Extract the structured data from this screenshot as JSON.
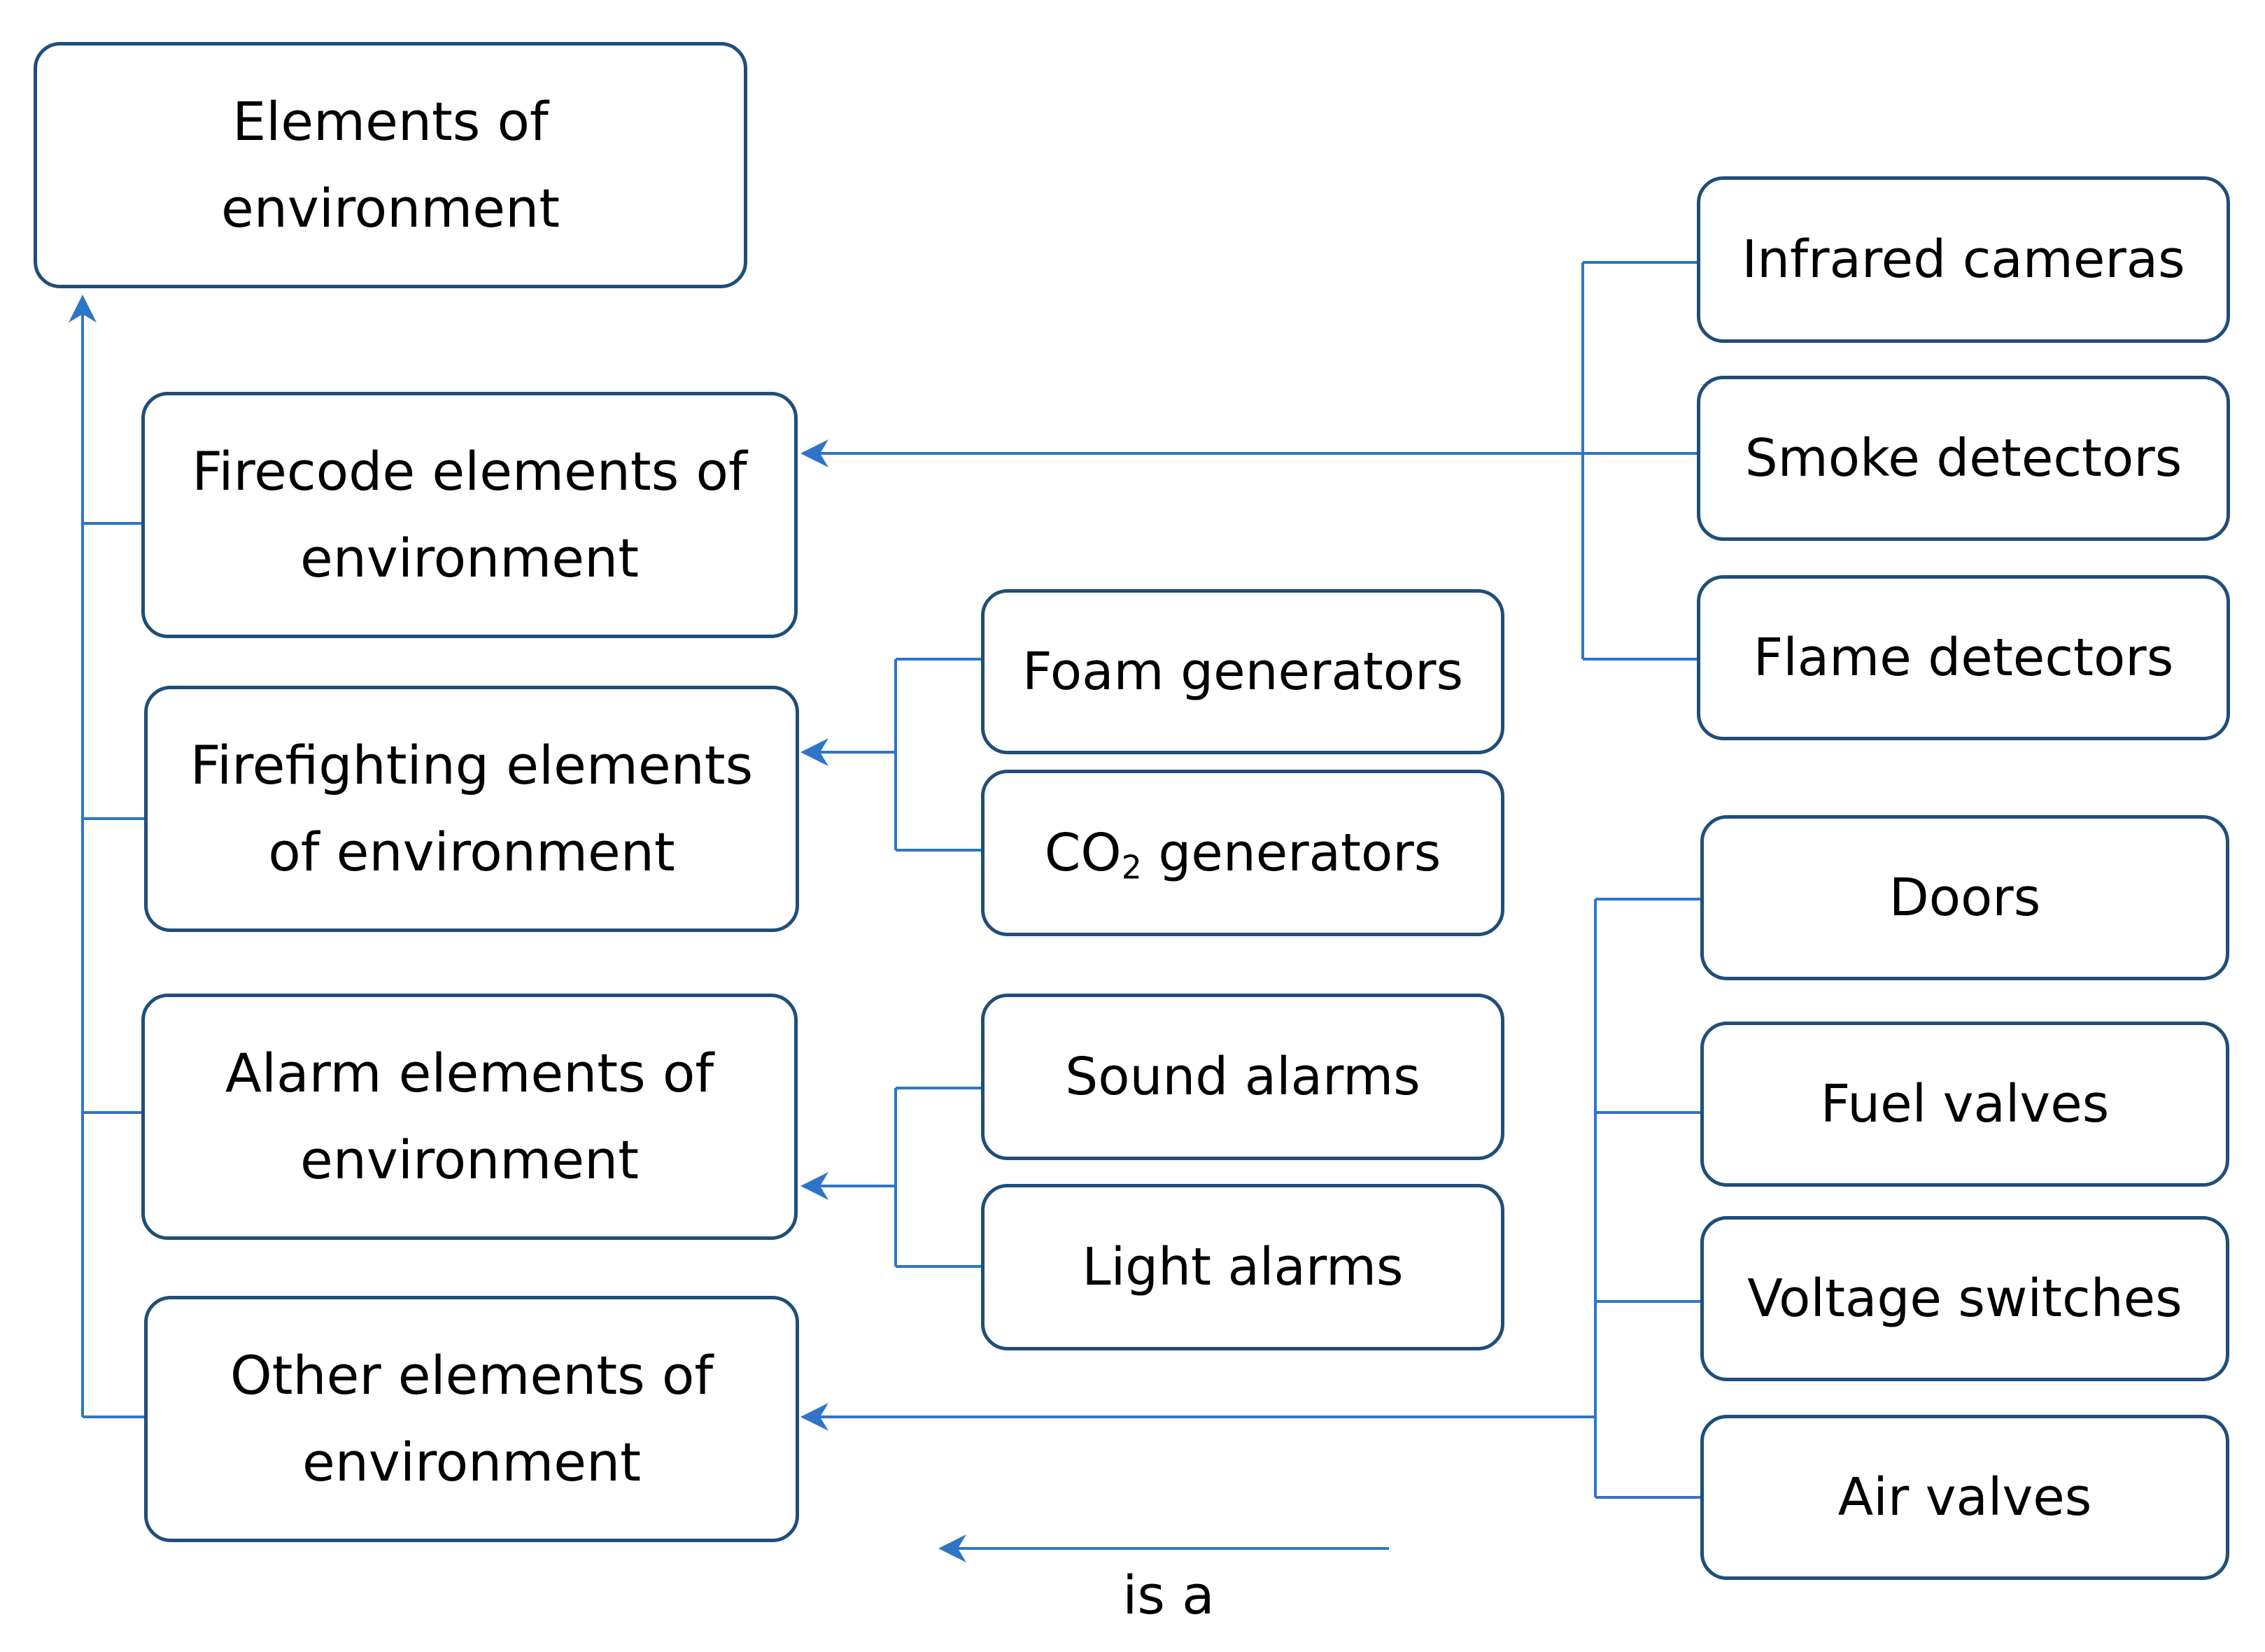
{
  "root": {
    "label": "Elements of\nenvironment"
  },
  "categories": [
    {
      "id": "firecode",
      "label": "Firecode elements of\nenvironment"
    },
    {
      "id": "firefighting",
      "label": "Firefighting elements\nof environment"
    },
    {
      "id": "alarm",
      "label": "Alarm elements of\nenvironment"
    },
    {
      "id": "other",
      "label": "Other elements of\nenvironment"
    }
  ],
  "leaves": {
    "infrared_cameras": "Infrared cameras",
    "smoke_detectors": "Smoke detectors",
    "flame_detectors": "Flame detectors",
    "foam_generators": "Foam generators",
    "co2_prefix": "CO",
    "co2_sub": "2",
    "co2_suffix": " generators",
    "sound_alarms": "Sound alarms",
    "light_alarms": "Light alarms",
    "doors": "Doors",
    "fuel_valves": "Fuel valves",
    "voltage_switches": "Voltage switches",
    "air_valves": "Air valves"
  },
  "legend": {
    "label": "is a"
  },
  "colors": {
    "box_border": "#1F4E79",
    "connector": "#2E75C8"
  }
}
